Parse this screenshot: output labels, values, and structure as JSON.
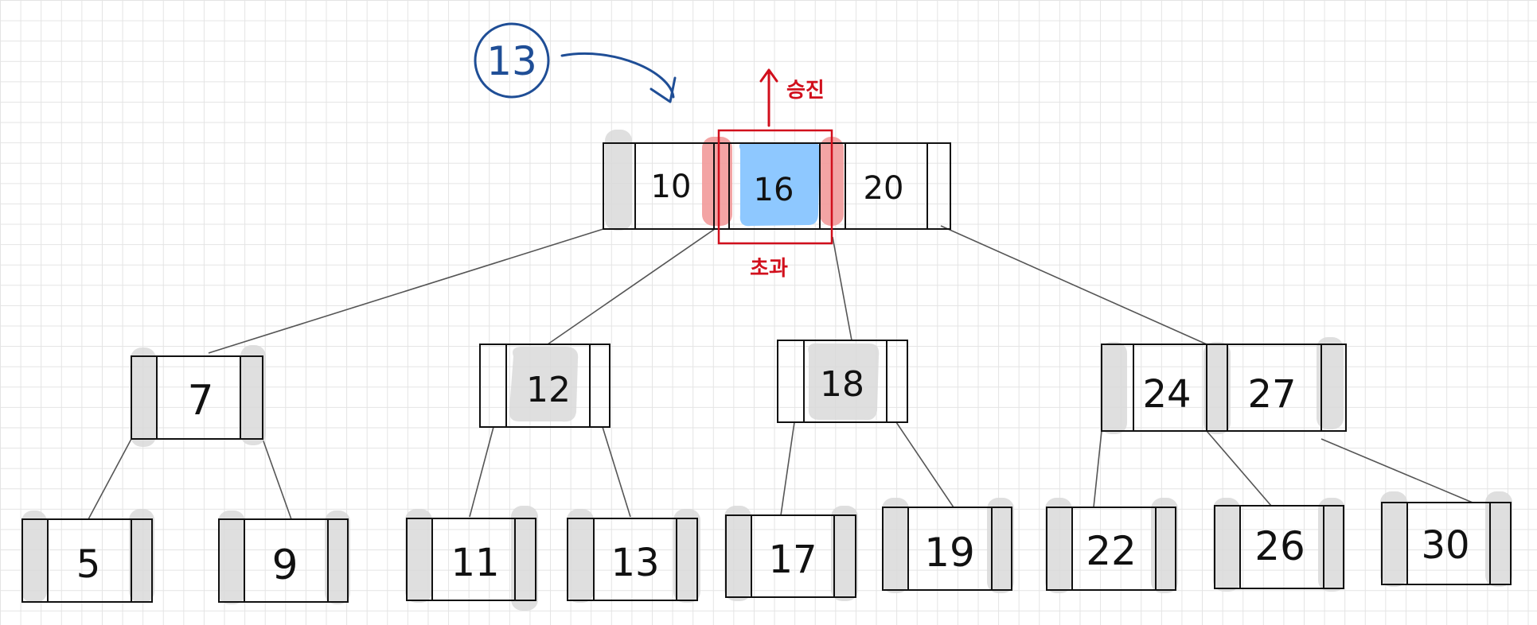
{
  "insert_label": "13",
  "promote_label": "승진",
  "overflow_label": "초과",
  "colors": {
    "ink": "#111111",
    "insert_blue": "#1f4e96",
    "highlight_red": "#d10f1c",
    "red_shade": "#f29a9a",
    "blue_fill": "#8ec8ff",
    "gray_shade": "#d9d9d9",
    "edge": "#555555"
  },
  "tree": {
    "root": {
      "keys": [
        "10",
        "16",
        "20"
      ],
      "overflow_key": "16"
    },
    "level1": [
      {
        "keys": [
          "7"
        ]
      },
      {
        "keys": [
          "12"
        ]
      },
      {
        "keys": [
          "18"
        ]
      },
      {
        "keys": [
          "24",
          "27"
        ]
      }
    ],
    "leaves": [
      {
        "keys": [
          "5"
        ]
      },
      {
        "keys": [
          "9"
        ]
      },
      {
        "keys": [
          "11"
        ]
      },
      {
        "keys": [
          "13"
        ]
      },
      {
        "keys": [
          "17"
        ]
      },
      {
        "keys": [
          "19"
        ]
      },
      {
        "keys": [
          "22"
        ]
      },
      {
        "keys": [
          "26"
        ]
      },
      {
        "keys": [
          "30"
        ]
      }
    ]
  }
}
